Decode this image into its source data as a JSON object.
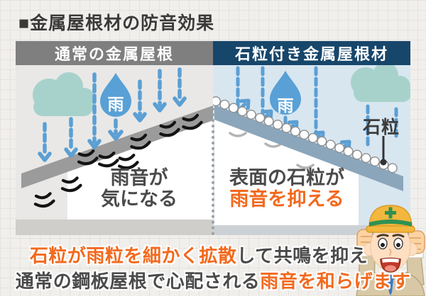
{
  "title": "■金属屋根材の防音効果",
  "panels": {
    "left": {
      "header": "通常の金属屋根",
      "rain_label": "雨",
      "caption_line1": "雨音が",
      "caption_line2": "気になる"
    },
    "right": {
      "header": "石粒付き金属屋根材",
      "rain_label": "雨",
      "granule_label": "石粒",
      "caption_line1": "表面の石粒が",
      "caption_line2": "雨音を抑える"
    }
  },
  "footer": {
    "line1_orange": "石粒が雨粒を細かく拡散",
    "line1_dark": "して共鳴を抑え",
    "line2_dark": "通常の鋼板屋根で心配される",
    "line2_orange": "雨音を和らげます"
  },
  "icons": {
    "cloud": "rain-cloud-icon",
    "drop": "rain-drop-icon",
    "arrows": "rain-arrow-icon",
    "waves": "sound-wave-icon",
    "granules": "stone-granule-icon",
    "worker": "construction-worker-character"
  },
  "colors": {
    "accent-orange": "#f2691d",
    "header-gray": "#7f7f7f",
    "header-navy": "#17466b",
    "sky-gray": "#e9e8e6",
    "sky-blue": "#d8e6f0",
    "cloud-teal": "#a7d2cc",
    "arrow-blue": "#5b9fd4",
    "drop-blue": "#58a0d6",
    "roof-gray": "#9b9b9b",
    "roof-blue": "#8ba6bb",
    "text-dark": "#4a4a4a",
    "helmet-yellow": "#f4b73e",
    "helmet-green": "#2f9153"
  }
}
